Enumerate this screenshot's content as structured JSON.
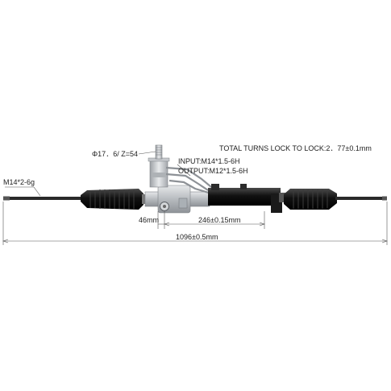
{
  "labels": {
    "spline": "Φ17．6/ Z=54",
    "total_turns": "TOTAL TURNS LOCK TO LOCK:2．77±0.1mm",
    "input": "INPUT:M14*1.5-6H",
    "output": "OUTPUT:M12*1.5-6H",
    "tie_rod_thread": "M14*2-6g",
    "dim_46": "46mm",
    "dim_246": "246±0.15mm",
    "dim_total": "1096±0.5mm"
  },
  "colors": {
    "housing": "#bfc3c7",
    "boot": "#1b1b1b",
    "tube": "#111111",
    "rod": "#2a2a2a",
    "dimension_line": "#555555"
  }
}
